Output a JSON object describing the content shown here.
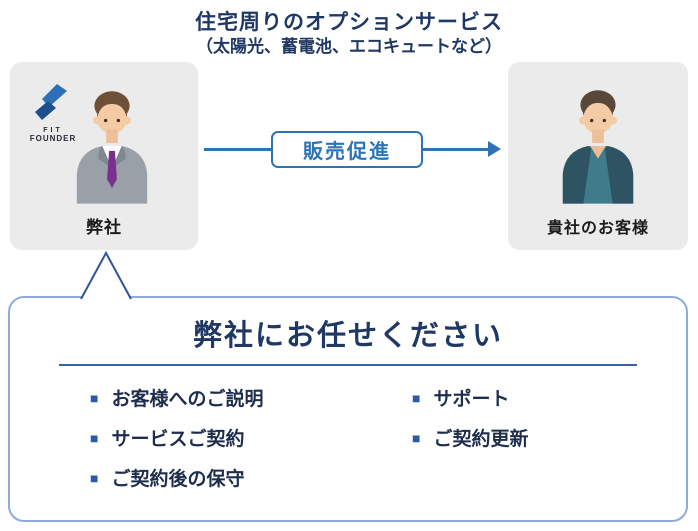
{
  "header": {
    "title": "住宅周りのオプションサービス",
    "subtitle": "（太陽光、蓄電池、エコキュートなど）"
  },
  "diagram": {
    "left_box": {
      "logo_line1": "FIT",
      "logo_line2": "FOUNDER",
      "label": "弊社"
    },
    "arrow_label": "販売促進",
    "right_box": {
      "label": "貴社のお客様"
    }
  },
  "panel": {
    "title": "弊社にお任せください",
    "bullet_glyph": "■",
    "items_left": [
      "お客様へのご説明",
      "サービスご契約",
      "ご契約後の保守"
    ],
    "items_right": [
      "サポート",
      "ご契約更新"
    ]
  },
  "colors": {
    "navy_text": "#1f3864",
    "arrow_blue": "#2e74b5",
    "bullet_blue": "#2a5caa",
    "panel_border": "#8faadc",
    "box_bg": "#ebebeb"
  }
}
